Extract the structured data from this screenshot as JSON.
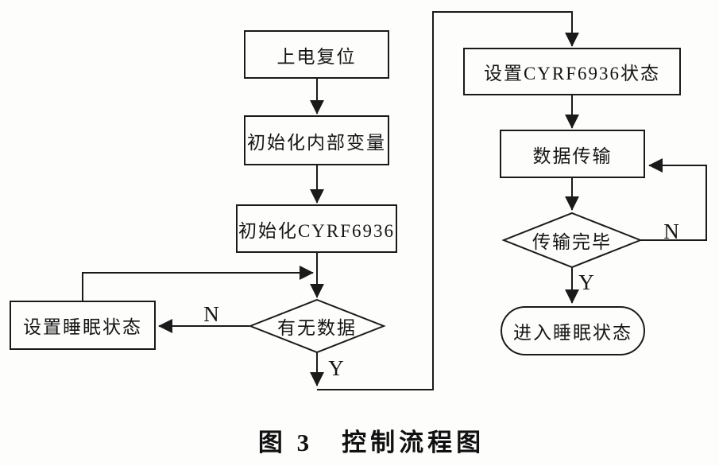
{
  "figure": {
    "caption_label": "图 3",
    "caption_title": "控制流程图"
  },
  "flowchart": {
    "nodes": {
      "power_on_reset": {
        "label": "上电复位",
        "type": "process"
      },
      "init_internal_vars": {
        "label": "初始化内部变量",
        "type": "process"
      },
      "init_cyrf6936": {
        "label": "初始化CYRF6936",
        "type": "process"
      },
      "has_data": {
        "label": "有无数据",
        "type": "decision"
      },
      "set_sleep_state": {
        "label": "设置睡眠状态",
        "type": "process"
      },
      "set_cyrf6936_state": {
        "label": "设置CYRF6936状态",
        "type": "process"
      },
      "data_transfer": {
        "label": "数据传输",
        "type": "process"
      },
      "transfer_complete": {
        "label": "传输完毕",
        "type": "decision"
      },
      "enter_sleep_state": {
        "label": "进入睡眠状态",
        "type": "terminator"
      }
    },
    "edge_labels": {
      "has_data_no": "N",
      "has_data_yes": "Y",
      "transfer_complete_no": "N",
      "transfer_complete_yes": "Y"
    },
    "colors": {
      "line": "#1a1a1a",
      "background": "#fdfdfc",
      "text": "#151515"
    }
  }
}
